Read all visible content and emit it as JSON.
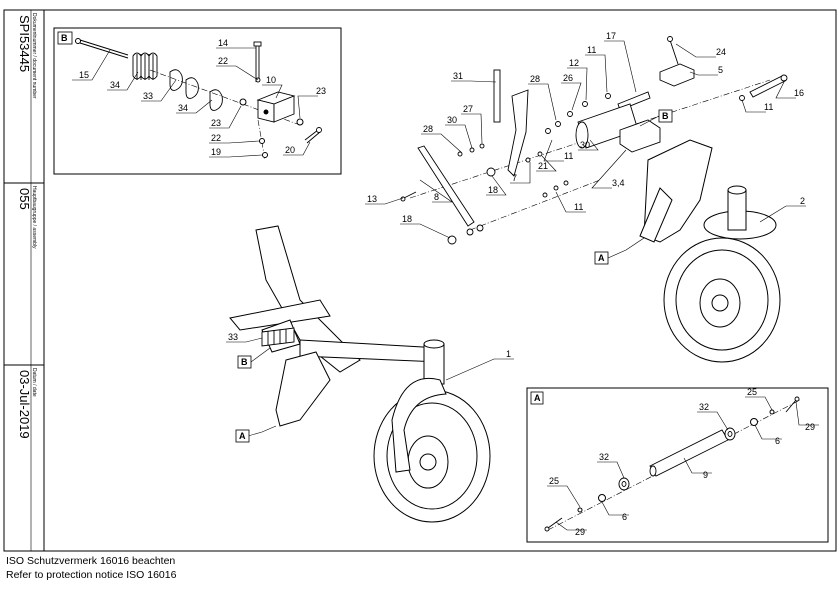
{
  "sidebar": {
    "doc_label": "Dokumentnummer / document number",
    "doc_number": "SPI53445",
    "group_label": "Hauptbaugruppe / assembly",
    "group_number": "055",
    "date_label": "Datum / date",
    "date": "03-Jul-2019"
  },
  "detail_b": {
    "tag": "B",
    "callouts": [
      "14",
      "22",
      "15",
      "34",
      "33",
      "34",
      "10",
      "23",
      "23",
      "22",
      "19",
      "20"
    ]
  },
  "detail_a": {
    "tag": "A",
    "callouts": [
      "32",
      "25",
      "6",
      "29",
      "9",
      "32",
      "25",
      "6",
      "29"
    ]
  },
  "main": {
    "callouts": [
      "17",
      "11",
      "12",
      "26",
      "28",
      "27",
      "31",
      "30",
      "28",
      "24",
      "5",
      "16",
      "11",
      "11",
      "30",
      "21",
      "3,4",
      "7",
      "18",
      "8",
      "13",
      "11",
      "18",
      "2",
      "33",
      "1"
    ],
    "tags": [
      "B",
      "A",
      "B",
      "A"
    ]
  },
  "notice": {
    "de": "ISO Schutzvermerk 16016 beachten",
    "en": "Refer to protection notice ISO 16016"
  }
}
